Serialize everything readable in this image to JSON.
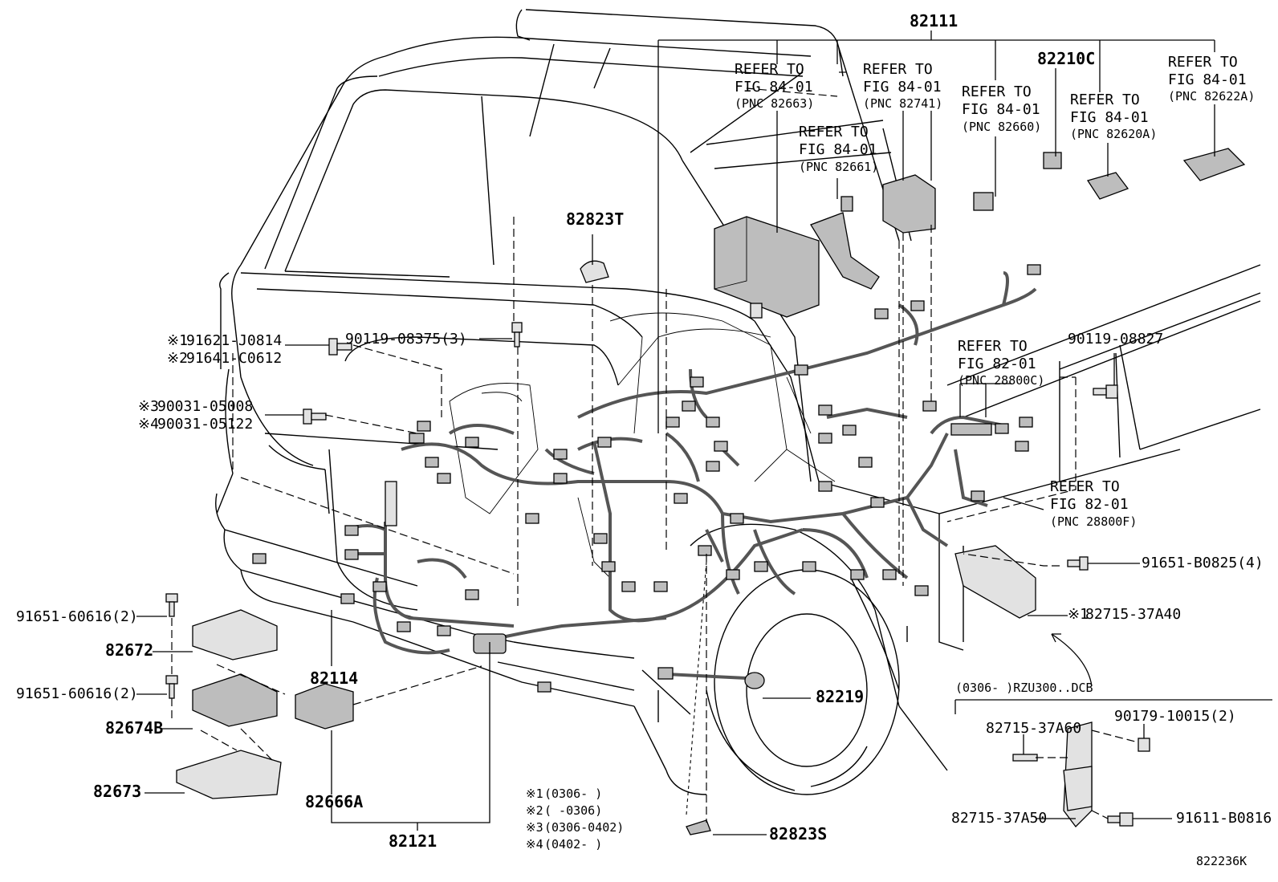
{
  "diagram_id": "822236K",
  "callouts": {
    "c82111": "82111",
    "c82210C": "82210C",
    "c82823T": "82823T",
    "c90119_08375": "90119-08375(3)",
    "c90119_08827": "90119-08827",
    "c91651_B0825": "91651-B0825(4)",
    "c82715_37A40": "82715-37A40",
    "c91651_60616_a": "91651-60616(2)",
    "c82672": "82672",
    "c82114": "82114",
    "c91651_60616_b": "91651-60616(2)",
    "c82674B": "82674B",
    "c82673": "82673",
    "c82666A": "82666A",
    "c82121": "82121",
    "c82219": "82219",
    "c82823S": "82823S",
    "c82715_37A60": "82715-37A60",
    "c90179_10015": "90179-10015(2)",
    "c82715_37A50": "82715-37A50",
    "c91611_B0816": "91611-B0816",
    "mark1": "※1",
    "mark1_code": "91621-J0814",
    "mark2": "※2",
    "mark2_code": "91641-C0612",
    "mark3": "※3",
    "mark3_code": "90031-05008",
    "mark4": "※4",
    "mark4_code": "90031-05122"
  },
  "refs": {
    "r82663": {
      "l1": "REFER TO",
      "l2": "FIG 84-01",
      "l3": "(PNC 82663)"
    },
    "r82741": {
      "l1": "REFER TO",
      "l2": "FIG 84-01",
      "l3": "(PNC 82741)"
    },
    "r82660": {
      "l1": "REFER TO",
      "l2": "FIG 84-01",
      "l3": "(PNC 82660)"
    },
    "r82620A": {
      "l1": "REFER TO",
      "l2": "FIG 84-01",
      "l3": "(PNC 82620A)"
    },
    "r82622A": {
      "l1": "REFER TO",
      "l2": "FIG 84-01",
      "l3": "(PNC 82622A)"
    },
    "r82661": {
      "l1": "REFER TO",
      "l2": "FIG 84-01",
      "l3": "(PNC 82661)"
    },
    "r28800C": {
      "l1": "REFER TO",
      "l2": "FIG 82-01",
      "l3": "(PNC 28800C)"
    },
    "r28800F": {
      "l1": "REFER TO",
      "l2": "FIG 82-01",
      "l3": "(PNC 28800F)"
    }
  },
  "inset_header": "(0306-      )RZU300..DCB",
  "legend": [
    {
      "mark": "※1",
      "range": "(0306-      )"
    },
    {
      "mark": "※2",
      "range": "(      -0306)"
    },
    {
      "mark": "※3",
      "range": "(0306-0402)"
    },
    {
      "mark": "※4",
      "range": "(0402-      )"
    }
  ]
}
